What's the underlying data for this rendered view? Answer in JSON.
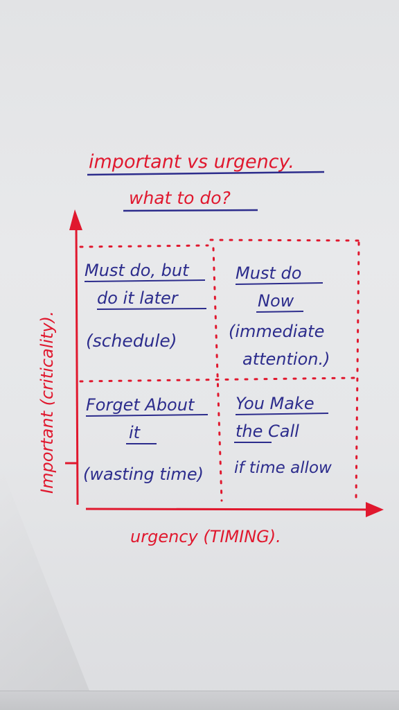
{
  "title": {
    "line1": "important vs urgency.",
    "line2": "what to do?"
  },
  "axes": {
    "y_label": "Important (criticality).",
    "x_label": "urgency (TIMING)."
  },
  "quadrants": {
    "top_left": {
      "heading_line1": "Must do, but",
      "heading_line2": "do it later",
      "note": "(schedule)"
    },
    "top_right": {
      "heading_line1": "Must do",
      "heading_line2": "Now",
      "note_line1": "(immediate",
      "note_line2": "attention.)"
    },
    "bottom_left": {
      "heading_line1": "Forget About",
      "heading_line2": "it",
      "note": "(wasting time)"
    },
    "bottom_right": {
      "heading_line1": "You Make",
      "heading_line2": "the Call",
      "note": "if time allow"
    }
  },
  "colors": {
    "ink_red": "#e0182e",
    "ink_blue": "#2c2c8c",
    "paper": "#e6e7e9"
  }
}
